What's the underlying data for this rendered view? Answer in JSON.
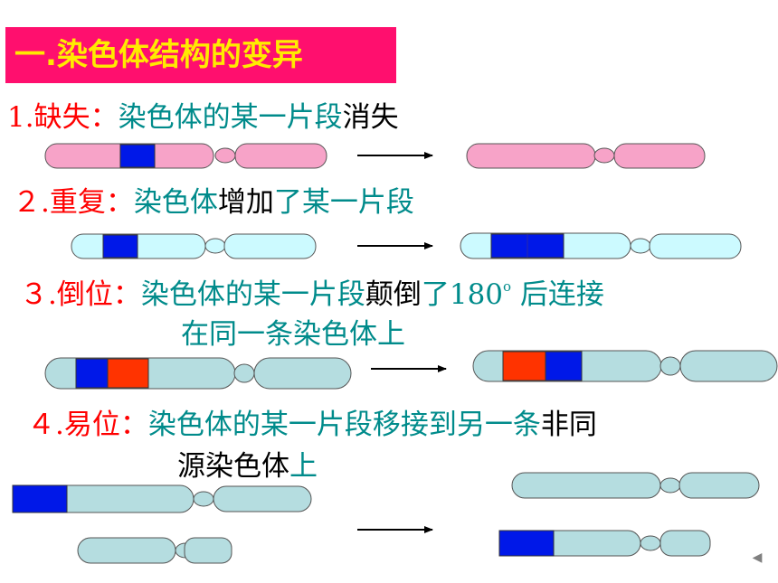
{
  "title": "一.染色体结构的变异",
  "items": [
    {
      "num": "1.",
      "name": "缺失：",
      "desc_teal": "染色体的某一片段",
      "desc_black": "消失"
    },
    {
      "num": "２.",
      "name": "重复：",
      "desc_teal_a": "染色体",
      "desc_black": "增加",
      "desc_teal_b": "了某一片段"
    },
    {
      "num": "３.",
      "name": "倒位：",
      "desc_teal_a": "染色体的某一片段",
      "desc_black": "颠倒",
      "desc_teal_b": "了180",
      "sup": "o",
      "desc_teal_c": " 后连接",
      "line2": "在同一条染色体上"
    },
    {
      "num": "４.",
      "name": "易位：",
      "desc_teal": "染色体的某一片段移接到另一条",
      "desc_black": "非同",
      "line2_black": "源染色体",
      "line2_teal": "上"
    }
  ],
  "colors": {
    "title_bg": "#ff0f6e",
    "title_text": "#ffeb00",
    "pink": "#f7a3c8",
    "light_cyan": "#ccfaff",
    "grey_blue": "#b5dde0",
    "segment_blue": "#0018e8",
    "segment_red": "#ff3300"
  },
  "icons": {
    "nav": "triangle-left-icon"
  }
}
